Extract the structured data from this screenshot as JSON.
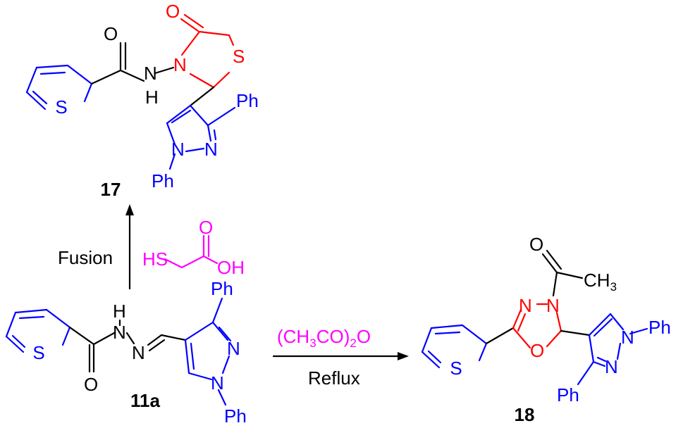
{
  "colors": {
    "black": "#000000",
    "blue": "#0000ff",
    "red": "#ff0000",
    "magenta": "#ff00ff"
  },
  "atoms": {
    "O": "O",
    "N": "N",
    "S": "S",
    "H": "H",
    "Ph": "Ph",
    "NH": "N",
    "OH": "OH",
    "HS": "HS",
    "CH": "CH",
    "three": "3"
  },
  "compounds": {
    "c17": "17",
    "c11a": "11a",
    "c18": "18"
  },
  "reagents": {
    "fusion": "Fusion",
    "reflux": "Reflux",
    "anhydride_a": "(CH",
    "anhydride_b": "3",
    "anhydride_c": "CO)",
    "anhydride_d": "2",
    "anhydride_e": "O"
  }
}
